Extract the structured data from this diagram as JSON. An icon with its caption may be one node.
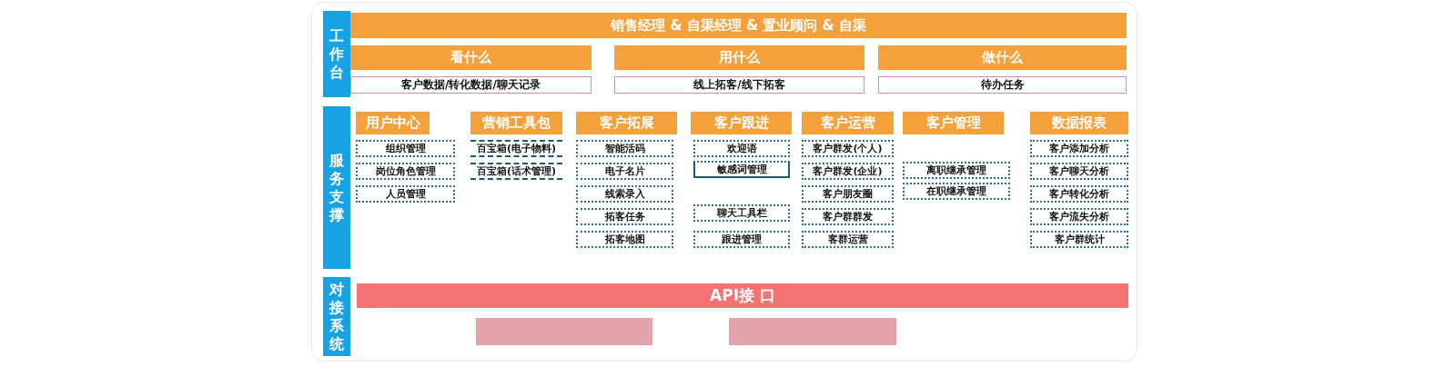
{
  "diagram": {
    "nodes": [
      {
        "text": [
          "工作台"
        ]
      },
      {
        "text": [
          "销售经理 & 自渠经理 & 置业顾问 & 自渠"
        ]
      },
      {
        "text": [
          "看什么"
        ]
      },
      {
        "text": [
          "用什么"
        ]
      },
      {
        "text": [
          "做什么"
        ]
      },
      {
        "text": [
          "客户数据/转化数据/聊天记录"
        ]
      },
      {
        "text": [
          "线上拓客/线下拓客"
        ]
      },
      {
        "text": [
          "待办任务"
        ]
      },
      {
        "text": [
          "服务支撑"
        ]
      },
      {
        "text": [
          "用户中心"
        ]
      },
      {
        "text": [
          "组织管理"
        ]
      },
      {
        "text": [
          "岗位角色管理"
        ]
      },
      {
        "text": [
          "人员管理"
        ]
      },
      {
        "text": [
          "营销工具包"
        ]
      },
      {
        "text": [
          "百宝箱(电子物料)"
        ]
      },
      {
        "text": [
          "百宝箱(话术管理)"
        ]
      },
      {
        "text": [
          "客户拓展"
        ]
      },
      {
        "text": [
          "智能活码"
        ]
      },
      {
        "text": [
          "电子名片"
        ]
      },
      {
        "text": [
          "线索录入"
        ]
      },
      {
        "text": [
          "拓客任务"
        ]
      },
      {
        "text": [
          "拓客地图"
        ]
      },
      {
        "text": [
          "客户跟进"
        ]
      },
      {
        "text": [
          "欢迎语"
        ]
      },
      {
        "text": [
          "敏感词管理"
        ]
      },
      {
        "text": [
          "聊天工具栏"
        ]
      },
      {
        "text": [
          "跟进管理"
        ]
      },
      {
        "text": [
          "客户运营"
        ]
      },
      {
        "text": [
          "客户群发(个人)"
        ]
      },
      {
        "text": [
          "客户群发(企业)"
        ]
      },
      {
        "text": [
          "客户朋友圈"
        ]
      },
      {
        "text": [
          "客户群群发"
        ]
      },
      {
        "text": [
          "客群运营"
        ]
      },
      {
        "text": [
          "客户管理"
        ]
      },
      {
        "text": [
          "离职继承管理"
        ]
      },
      {
        "text": [
          "在职继承管理"
        ]
      },
      {
        "text": [
          "数据报表"
        ]
      },
      {
        "text": [
          "客户添加分析"
        ]
      },
      {
        "text": [
          "客户聊天分析"
        ]
      },
      {
        "text": [
          "客户转化分析"
        ]
      },
      {
        "text": [
          "客户流失分析"
        ]
      },
      {
        "text": [
          "客户群统计"
        ]
      },
      {
        "text": [
          "对接系统"
        ]
      },
      {
        "text": [
          "API接 口"
        ]
      },
      {
        "text": [],
        "shape": "box"
      },
      {
        "text": [],
        "shape": "box"
      }
    ]
  }
}
